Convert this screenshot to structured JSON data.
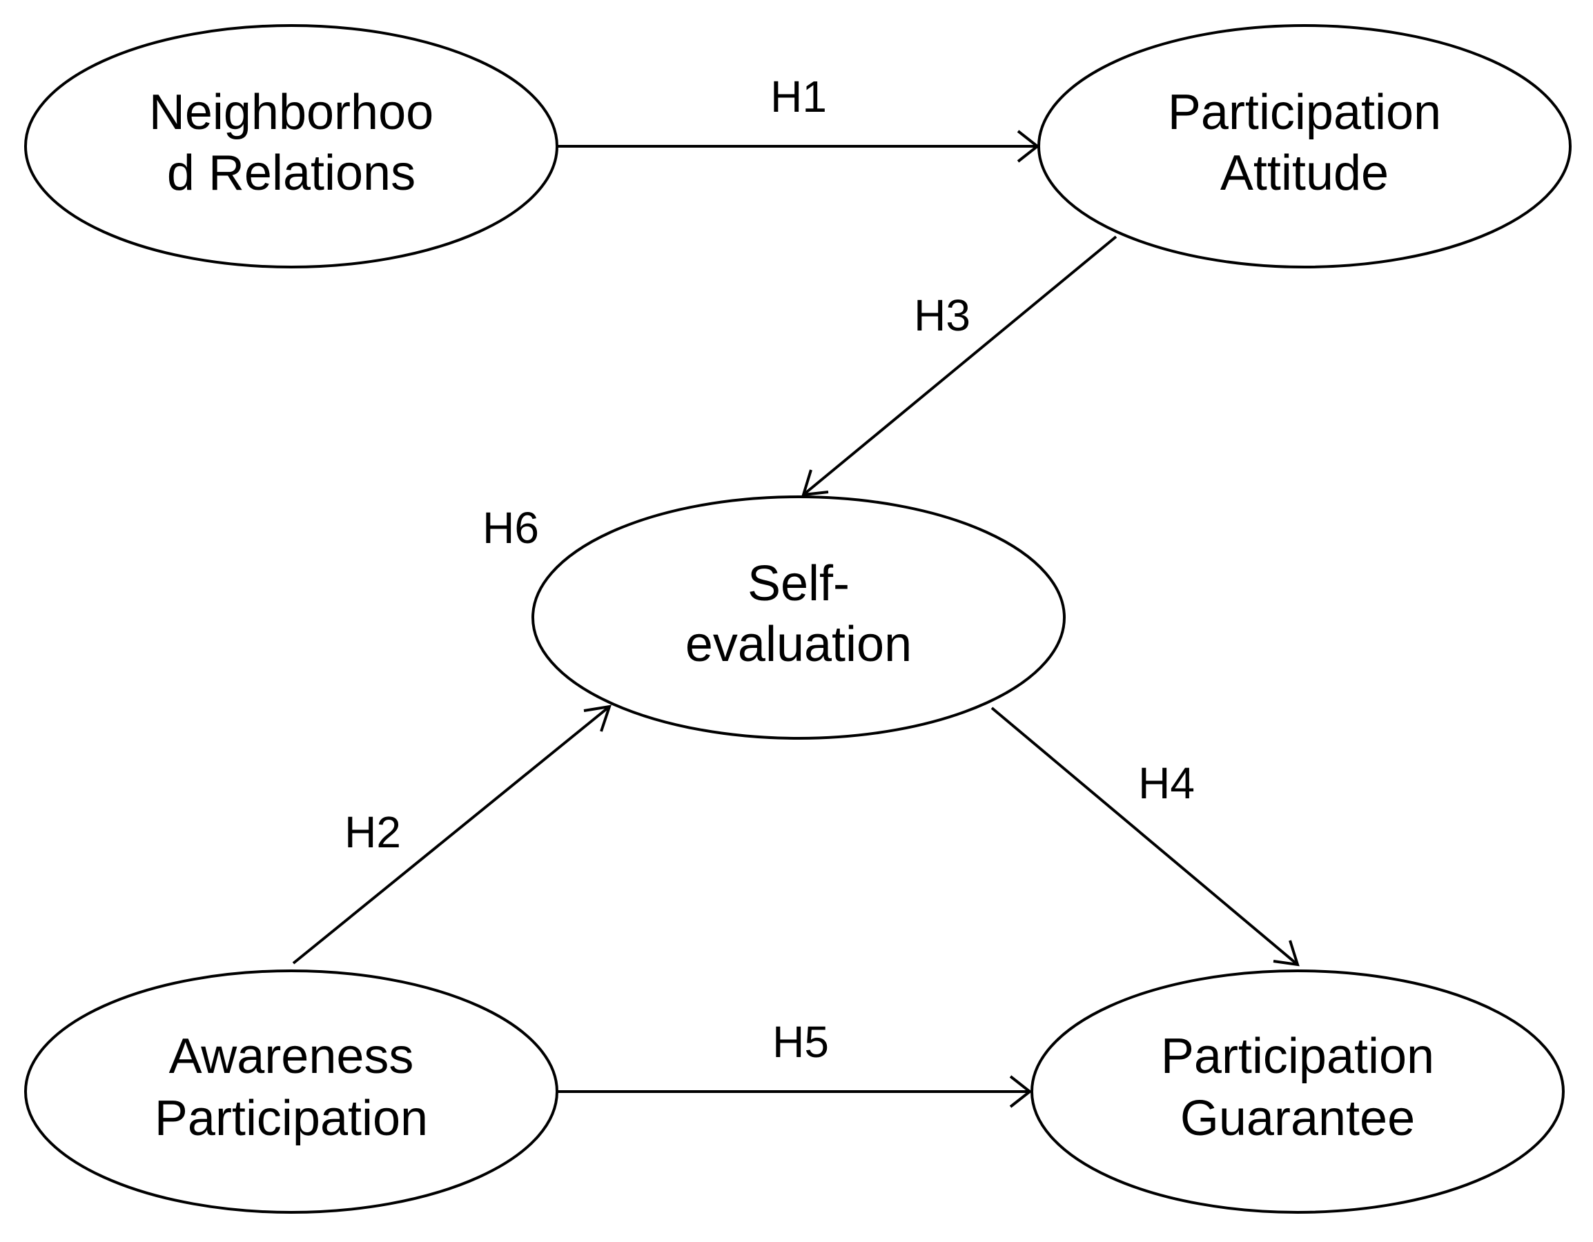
{
  "nodes": {
    "neighborhood": {
      "line1": "Neighborhoo",
      "line2": "d Relations"
    },
    "attitude": {
      "line1": "Participation",
      "line2": "Attitude"
    },
    "self_eval": {
      "line1": "Self-",
      "line2": "evaluation"
    },
    "awareness": {
      "line1": "Awareness",
      "line2": "Participation"
    },
    "guarantee": {
      "line1": "Participation",
      "line2": "Guarantee"
    }
  },
  "edges": {
    "h1": "H1",
    "h2": "H2",
    "h3": "H3",
    "h4": "H4",
    "h5": "H5"
  },
  "labels": {
    "h6": "H6"
  }
}
